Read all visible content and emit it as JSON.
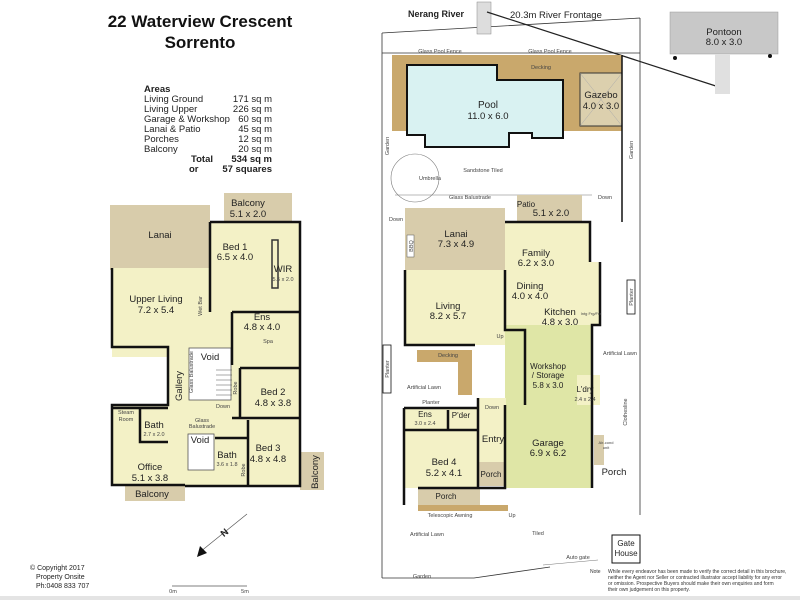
{
  "title": {
    "line1": "22 Waterview Crescent",
    "line2": "Sorrento"
  },
  "areas": {
    "heading": "Areas",
    "rows": [
      {
        "label": "Living Ground",
        "value": "171 sq m"
      },
      {
        "label": "Living Upper",
        "value": "226 sq m"
      },
      {
        "label": "Garage & Workshop",
        "value": "60 sq m"
      },
      {
        "label": "Lanai & Patio",
        "value": "45 sq m"
      },
      {
        "label": "Porches",
        "value": "12 sq m"
      },
      {
        "label": "Balcony",
        "value": "20 sq m"
      }
    ],
    "total_label": "Total",
    "total_value": "534 sq m",
    "or_label": "or",
    "squares": "57 squares"
  },
  "upper": {
    "balcony_top": {
      "name": "Balcony",
      "size": "5.1 x 2.0"
    },
    "lanai": {
      "name": "Lanai"
    },
    "bed1": {
      "name": "Bed 1",
      "size": "6.5 x 4.0"
    },
    "wir": {
      "name": "WIR",
      "size": "5.5 x 2.0"
    },
    "upper_living": {
      "name": "Upper Living",
      "size": "7.2 x 5.4"
    },
    "wet_bar": "Wet Bar",
    "ens": {
      "name": "Ens",
      "size": "4.8 x 4.0"
    },
    "spa": "Spa",
    "void1": "Void",
    "gallery": "Gallery",
    "glass_balustrade": "Glass Balustrade",
    "robe": "Robe",
    "down": "Down",
    "bed2": {
      "name": "Bed 2",
      "size": "4.8 x 3.8"
    },
    "steam_room": {
      "line1": "Steam",
      "line2": "Room"
    },
    "bath1": {
      "name": "Bath",
      "size": "2.7 x 2.0"
    },
    "glass_bal2": {
      "line1": "Glass",
      "line2": "Balustrade"
    },
    "void2": "Void",
    "bath2": {
      "name": "Bath",
      "size": "3.6 x 1.8"
    },
    "robe2": "Robe",
    "bed3": {
      "name": "Bed 3",
      "size": "4.8 x 4.8"
    },
    "office": {
      "name": "Office",
      "size": "5.1 x 3.8"
    },
    "balcony_bottom": "Balcony",
    "balcony_right": "Balcony"
  },
  "ground": {
    "river": "Nerang River",
    "frontage": "20.3m River Frontage",
    "pontoon": {
      "name": "Pontoon",
      "size": "8.0 x 3.0"
    },
    "glass_pool_fence": "Glass Pool Fence",
    "decking": "Decking",
    "pool": {
      "name": "Pool",
      "size": "11.0 x 6.0"
    },
    "gazebo": {
      "name": "Gazebo",
      "size": "4.0 x 3.0"
    },
    "garden": "Garden",
    "sandstone": "Sandstone Tiled",
    "umbrella": "Umbrella",
    "glass_balustrade": "Glass Balustrade",
    "down": "Down",
    "patio": {
      "name": "Patio",
      "size": "5.1 x 2.0"
    },
    "bbq": "BBQ",
    "lanai": {
      "name": "Lanai",
      "size": "7.3 x 4.9"
    },
    "family": {
      "name": "Family",
      "size": "6.2 x 3.0"
    },
    "dining": {
      "name": "Dining",
      "size": "4.0 x 4.0"
    },
    "living": {
      "name": "Living",
      "size": "8.2 x 5.7"
    },
    "kitchen": {
      "name": "Kitchen",
      "size": "4.8 x 3.0"
    },
    "fridge": "Intg Frg/Frz",
    "planter": "Planter",
    "artificial_lawn": "Artificial Lawn",
    "up": "Up",
    "workshop": {
      "line1": "Workshop",
      "line2": "/ Storage",
      "size": "5.8 x 3.0"
    },
    "laundry": {
      "name": "L'dry",
      "size": "2.4 x 2.4"
    },
    "clothesline": "Clothesline",
    "ens": {
      "name": "Ens",
      "size": "3.0 x 2.4"
    },
    "powder": "P'der",
    "entry": "Entry",
    "garage": {
      "name": "Garage",
      "size": "6.9 x 6.2"
    },
    "aircon": {
      "line1": "Air-cond",
      "line2": "unit"
    },
    "bed4": {
      "name": "Bed 4",
      "size": "5.2 x 4.1"
    },
    "porch": "Porch",
    "telescopic_awning": "Telescopic Awning",
    "tiled": "Tiled",
    "auto_gate": "Auto gate",
    "gate_house": {
      "line1": "Gate",
      "line2": "House"
    }
  },
  "footer": {
    "copyright": "Copyright 2017",
    "company": "Property Onsite",
    "phone": "Ph:0408 833 707",
    "north": "N",
    "scale_start": "0m",
    "scale_end": "5m",
    "note_label": "Note",
    "note_lines": [
      "While every endeavor has been made to verify the correct detail in this brochure,",
      "neither the Agent nor Seller or contracted illustrator accept liability for any error",
      "or omission. Prospective Buyers should make their own enquiries and form",
      "their own judgement on this property."
    ]
  },
  "colors": {
    "living": "#f3f1c6",
    "lanai": "#d8ccab",
    "garage": "#dfe6a6",
    "decking": "#c9a86c",
    "pool": "#d9f2f2",
    "pontoon": "#c8c8c8"
  }
}
